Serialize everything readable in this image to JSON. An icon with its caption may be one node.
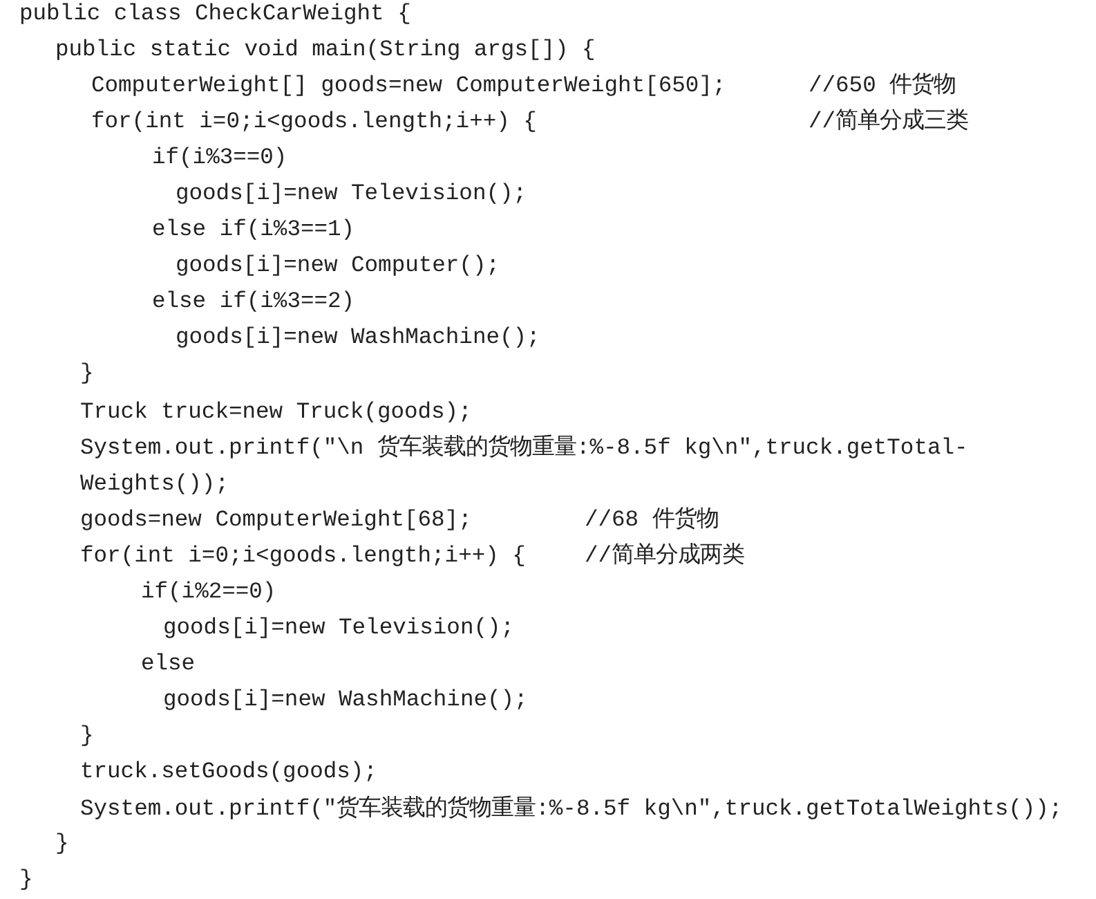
{
  "diagram": {
    "labels": [
      "public class CheckCarWeight {",
      "public static void main(String args[]) {",
      "ComputerWeight[] goods=new ComputerWeight[650];",
      "//650 件货物",
      "for(int i=0;i<goods.length;i++) {",
      "//简单分成三类",
      "if(i%3==0)",
      "goods[i]=new Television();",
      "else if(i%3==1)",
      "goods[i]=new Computer();",
      "else if(i%3==2)",
      "goods[i]=new WashMachine();",
      "}",
      "Truck truck=new Truck(goods);",
      "System.out.printf(\"\\n 货车装载的货物重量:%-8.5f kg\\n\",truck.getTotal-",
      "Weights());",
      "goods=new ComputerWeight[68];",
      "//68 件货物",
      "for(int i=0;i<goods.length;i++) {",
      "//简单分成两类",
      "if(i%2==0)",
      "goods[i]=new Television();",
      "else",
      "goods[i]=new WashMachine();",
      "}",
      "truck.setGoods(goods);",
      "System.out.printf(\"货车装载的货物重量:%-8.5f kg\\n\",truck.getTotalWeights());",
      "}",
      "}"
    ]
  }
}
